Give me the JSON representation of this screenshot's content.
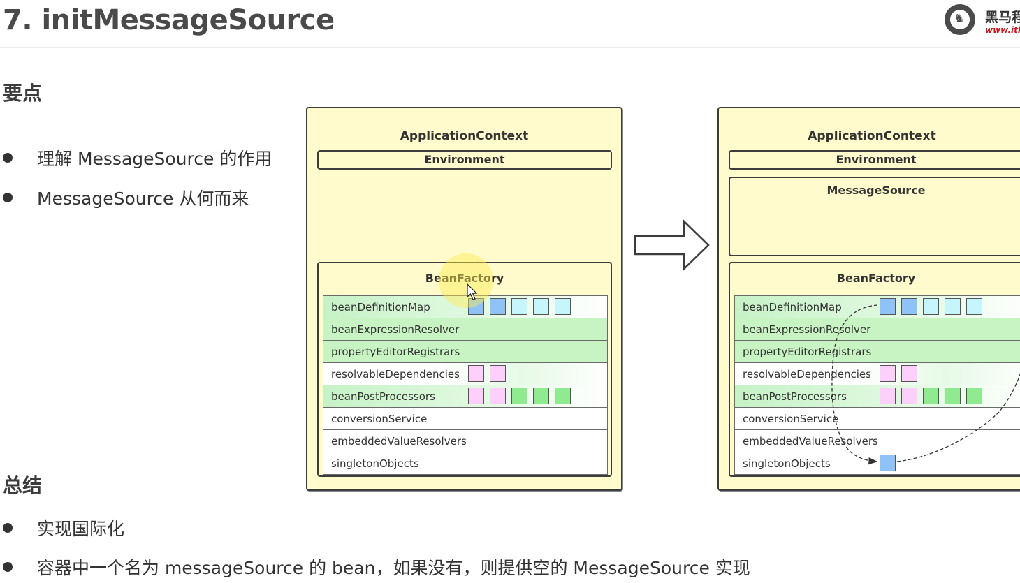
{
  "page": {
    "title": "7. initMessageSource",
    "logo": {
      "icon": "horse-head-logo-icon",
      "name": "黑马程",
      "url": "www.ithe"
    }
  },
  "key_points": {
    "heading": "要点",
    "items": [
      "理解 MessageSource 的作用",
      "MessageSource 从何而来"
    ]
  },
  "summary": {
    "heading": "总结",
    "items": [
      "实现国际化",
      "容器中一个名为 messageSource 的 bean，如果没有，则提供空的 MessageSource 实现"
    ]
  },
  "colors": {
    "context_bg": "#fffbcc",
    "blue_dark": "#8fc3f7",
    "blue_light": "#c6f5fb",
    "pink": "#fdd0fb",
    "green": "#90ea90"
  },
  "diagram": {
    "transition_icon": "right-arrow-icon",
    "before": {
      "title": "ApplicationContext",
      "environment": "Environment",
      "bean_factory": {
        "title": "BeanFactory",
        "rows": [
          {
            "name": "beanDefinitionMap",
            "squares": [
              "blue_dark",
              "blue_dark",
              "blue_light",
              "blue_light",
              "blue_light"
            ]
          },
          {
            "name": "beanExpressionResolver",
            "squares": []
          },
          {
            "name": "propertyEditorRegistrars",
            "squares": []
          },
          {
            "name": "resolvableDependencies",
            "squares": [
              "pink",
              "pink"
            ]
          },
          {
            "name": "beanPostProcessors",
            "squares": [
              "pink",
              "pink",
              "green",
              "green",
              "green"
            ]
          },
          {
            "name": "conversionService",
            "squares": []
          },
          {
            "name": "embeddedValueResolvers",
            "squares": []
          },
          {
            "name": "singletonObjects",
            "squares": []
          }
        ]
      }
    },
    "after": {
      "title": "ApplicationContext",
      "environment": "Environment",
      "message_source": "MessageSource",
      "bean_factory": {
        "title": "BeanFactory",
        "rows": [
          {
            "name": "beanDefinitionMap",
            "squares": [
              "blue_dark",
              "blue_dark",
              "blue_light",
              "blue_light",
              "blue_light"
            ]
          },
          {
            "name": "beanExpressionResolver",
            "squares": []
          },
          {
            "name": "propertyEditorRegistrars",
            "squares": []
          },
          {
            "name": "resolvableDependencies",
            "squares": [
              "pink",
              "pink"
            ]
          },
          {
            "name": "beanPostProcessors",
            "squares": [
              "pink",
              "pink",
              "green",
              "green",
              "green"
            ]
          },
          {
            "name": "conversionService",
            "squares": []
          },
          {
            "name": "embeddedValueResolvers",
            "squares": []
          },
          {
            "name": "singletonObjects",
            "squares": [
              "blue_dark"
            ]
          }
        ]
      }
    }
  }
}
